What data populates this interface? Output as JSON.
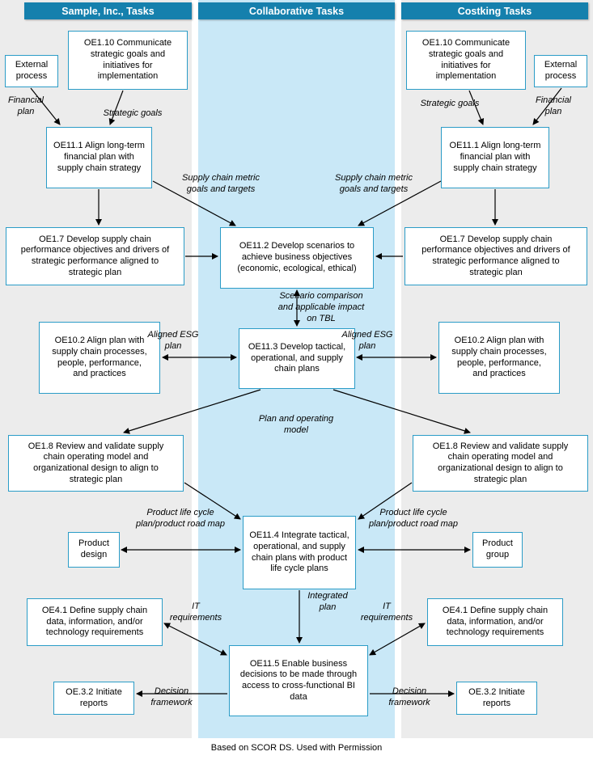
{
  "headers": {
    "left": "Sample, Inc., Tasks",
    "center": "Collaborative Tasks",
    "right": "Costking Tasks"
  },
  "footer": "Based on SCOR DS. Used with Permission",
  "colors": {
    "header_bg": "#1580ad",
    "box_border": "#2b9cc7",
    "center_band": "#c9e8f7",
    "side_bg": "#ececec"
  },
  "nodes": {
    "external_left": "External process",
    "oe1_10_left": "OE1.10 Communicate strategic goals and initiatives for implementation",
    "oe11_1_left": "OE11.1 Align long-term financial plan with supply chain strategy",
    "oe1_7_left": "OE1.7 Develop supply chain performance objectives and drivers of strategic performance aligned to strategic plan",
    "oe10_2_left": "OE10.2 Align plan with supply chain processes, people, performance, and practices",
    "oe1_8_left": "OE1.8 Review and validate supply chain operating model and organizational design to align to strategic plan",
    "product_design": "Product design",
    "oe4_1_left": "OE4.1 Define supply chain data, information, and/or technology requirements",
    "oe3_2_left": "OE.3.2 Initiate reports",
    "oe11_2": "OE11.2 Develop scenarios to achieve business objectives (economic, ecological, ethical)",
    "oe11_3": "OE11.3 Develop tactical, operational, and supply chain plans",
    "oe11_4": "OE11.4 Integrate tactical, operational, and supply chain plans with product life cycle plans",
    "oe11_5": "OE11.5 Enable business decisions to be made through access to cross-functional BI data",
    "oe1_10_right": "OE1.10 Communicate strategic goals and initiatives for implementation",
    "external_right": "External process",
    "oe11_1_right": "OE11.1 Align long-term financial plan with supply chain strategy",
    "oe1_7_right": "OE1.7 Develop supply chain performance objectives and drivers of strategic performance aligned to strategic plan",
    "oe10_2_right": "OE10.2 Align plan with supply chain processes, people, performance, and practices",
    "oe1_8_right": "OE1.8 Review and validate supply chain operating model and organizational design to align to strategic plan",
    "product_group": "Product group",
    "oe4_1_right": "OE4.1 Define supply chain data, information, and/or technology requirements",
    "oe3_2_right": "OE.3.2 Initiate reports"
  },
  "edge_labels": {
    "financial_plan_left": "Financial plan",
    "strategic_goals_left": "Strategic goals",
    "strategic_goals_right": "Strategic goals",
    "financial_plan_right": "Financial plan",
    "metric_goals_left": "Supply chain metric goals and targets",
    "metric_goals_right": "Supply chain metric goals and targets",
    "scenario_comparison": "Scenario comparison and applicable impact on TBL",
    "aligned_esg_left": "Aligned ESG plan",
    "aligned_esg_right": "Aligned ESG plan",
    "plan_operating_model": "Plan and operating model",
    "plc_left": "Product life cycle plan/product road map",
    "plc_right": "Product life cycle plan/product road map",
    "integrated_plan": "Integrated plan",
    "it_requirements_left": "IT requirements",
    "it_requirements_right": "IT requirements",
    "decision_framework_left": "Decision framework",
    "decision_framework_right": "Decision framework"
  }
}
